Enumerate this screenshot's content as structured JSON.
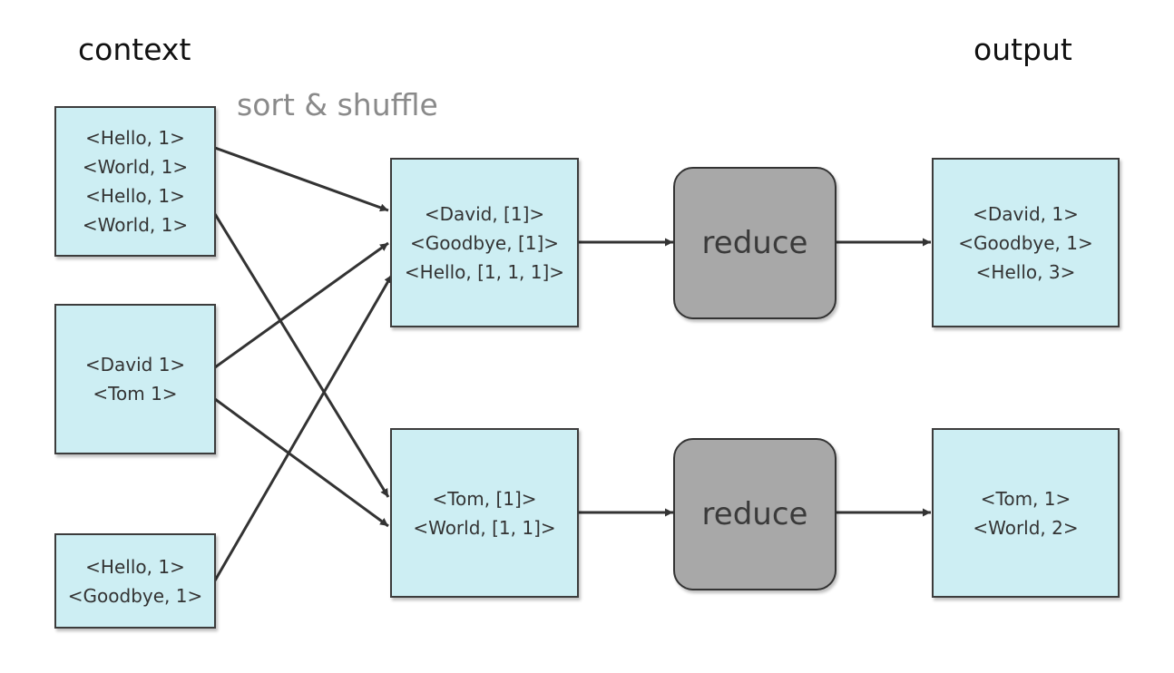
{
  "headings": {
    "context": "context",
    "shuffle": "sort & shuffle",
    "output": "output"
  },
  "inputs": [
    {
      "lines": [
        "<Hello, 1>",
        "<World, 1>",
        "<Hello, 1>",
        "<World, 1>"
      ]
    },
    {
      "lines": [
        "<David 1>",
        "<Tom 1>"
      ]
    },
    {
      "lines": [
        "<Hello, 1>",
        "<Goodbye, 1>"
      ]
    }
  ],
  "grouped": [
    {
      "lines": [
        "<David, [1]>",
        "<Goodbye, [1]>",
        "<Hello, [1, 1, 1]>"
      ]
    },
    {
      "lines": [
        "<Tom, [1]>",
        "<World, [1, 1]>"
      ]
    }
  ],
  "reducers": [
    {
      "label": "reduce"
    },
    {
      "label": "reduce"
    }
  ],
  "outputs": [
    {
      "lines": [
        "<David, 1>",
        "<Goodbye, 1>",
        "<Hello, 3>"
      ]
    },
    {
      "lines": [
        "<Tom, 1>",
        "<World, 2>"
      ]
    }
  ],
  "colors": {
    "box_fill": "#cdeef3",
    "reducer_fill": "#a8a8a8",
    "stroke": "#333333"
  }
}
